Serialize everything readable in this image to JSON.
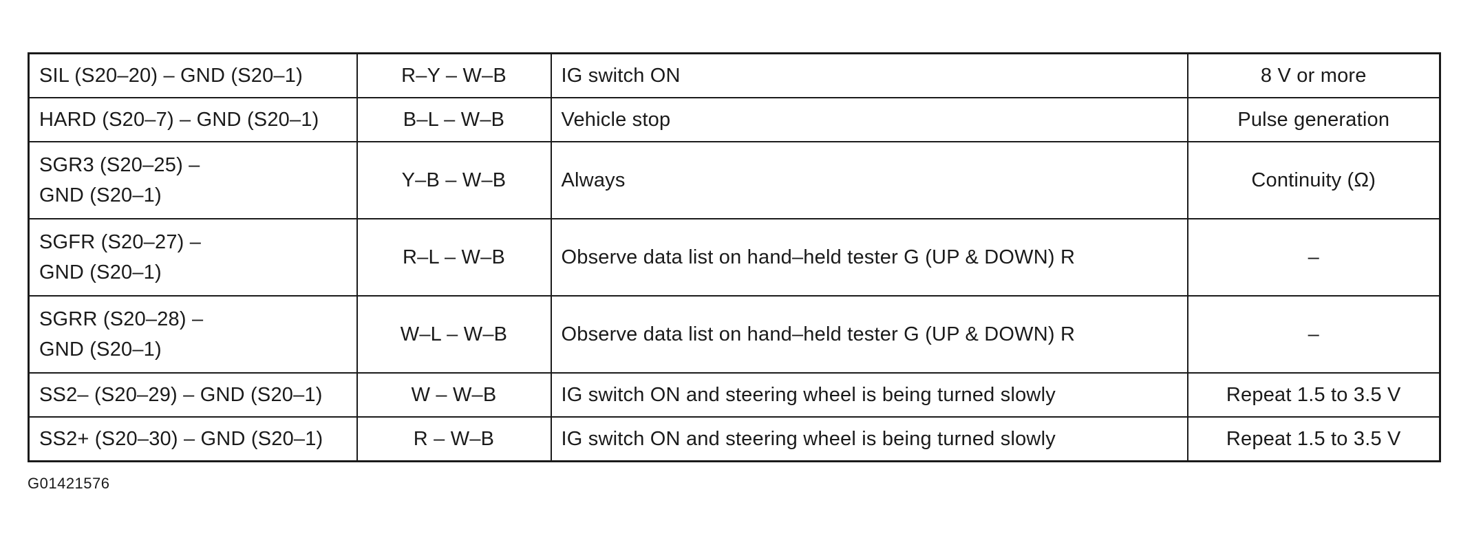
{
  "table": {
    "rows": [
      {
        "connection": "SIL (S20–20) – GND (S20–1)",
        "wire": "R–Y – W–B",
        "condition": "IG switch ON",
        "specified": "8 V or more"
      },
      {
        "connection": "HARD (S20–7) – GND (S20–1)",
        "wire": "B–L – W–B",
        "condition": "Vehicle stop",
        "specified": "Pulse generation"
      },
      {
        "connection": "SGR3 (S20–25) – GND (S20–1)",
        "wire": "Y–B – W–B",
        "condition": "Always",
        "specified": "Continuity (Ω)"
      },
      {
        "connection": "SGFR (S20–27) – GND (S20–1)",
        "wire": "R–L – W–B",
        "condition": "Observe data list on hand–held tester G (UP & DOWN) R",
        "specified": "–"
      },
      {
        "connection": "SGRR (S20–28) – GND (S20–1)",
        "wire": "W–L – W–B",
        "condition": "Observe data list on hand–held tester G (UP & DOWN) R",
        "specified": "–"
      },
      {
        "connection": "SS2– (S20–29) – GND (S20–1)",
        "wire": "W – W–B",
        "condition": "IG switch ON and steering wheel is being turned slowly",
        "specified": "Repeat 1.5 to 3.5 V"
      },
      {
        "connection": "SS2+ (S20–30) – GND (S20–1)",
        "wire": "R – W–B",
        "condition": "IG switch ON and steering wheel is being turned slowly",
        "specified": "Repeat 1.5 to 3.5 V"
      }
    ]
  },
  "figure_id": "G01421576"
}
